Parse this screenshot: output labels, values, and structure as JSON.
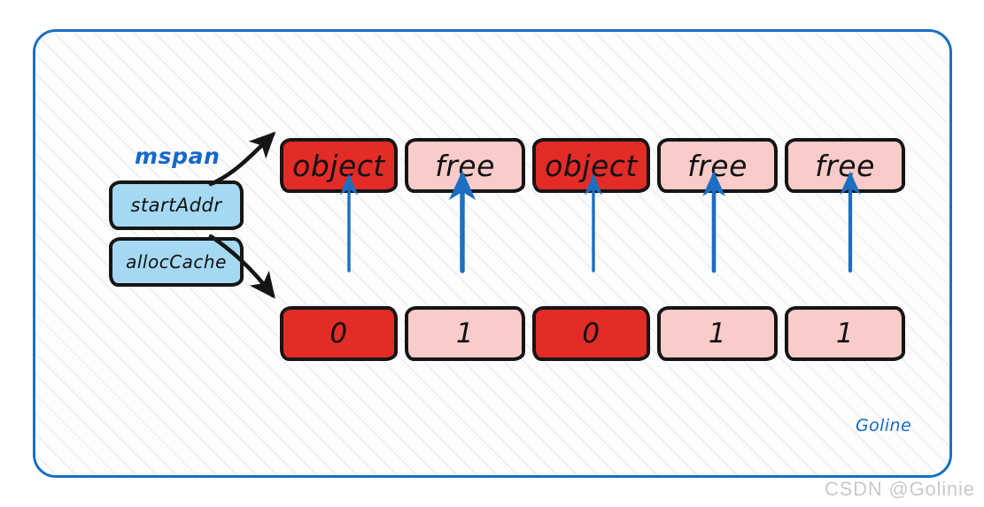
{
  "diagram": {
    "title_label": "mspan",
    "struct_fields": [
      {
        "name": "startAddr",
        "label": "startAddr"
      },
      {
        "name": "allocCache",
        "label": "allocCache"
      }
    ],
    "memory_row": {
      "name": "object-slot-row",
      "slots": [
        {
          "label": "object",
          "state": "allocated",
          "color": "#e32b28"
        },
        {
          "label": "free",
          "state": "free",
          "color": "#f9ccca"
        },
        {
          "label": "object",
          "state": "allocated",
          "color": "#e32b28"
        },
        {
          "label": "free",
          "state": "free",
          "color": "#f9ccca"
        },
        {
          "label": "free",
          "state": "free",
          "color": "#f9ccca"
        }
      ]
    },
    "bitmap_row": {
      "name": "alloc-cache-bitmap-row",
      "slots": [
        {
          "label": "0",
          "state": "allocated",
          "color": "#e32b28"
        },
        {
          "label": "1",
          "state": "free",
          "color": "#f9ccca"
        },
        {
          "label": "0",
          "state": "allocated",
          "color": "#e32b28"
        },
        {
          "label": "1",
          "state": "free",
          "color": "#f9ccca"
        },
        {
          "label": "1",
          "state": "free",
          "color": "#f9ccca"
        }
      ]
    },
    "signature": "Goline",
    "watermark": "CSDN @Golinie",
    "colors": {
      "frame_border": "#1b6ec2",
      "accent_blue": "#1668c8",
      "allocated_red": "#e32b28",
      "free_pink": "#f9ccca",
      "struct_blue": "#a5d8f3",
      "ink_black": "#151515"
    },
    "connectors": {
      "pointer_arrows": 2,
      "bit_arrows": 5
    }
  }
}
